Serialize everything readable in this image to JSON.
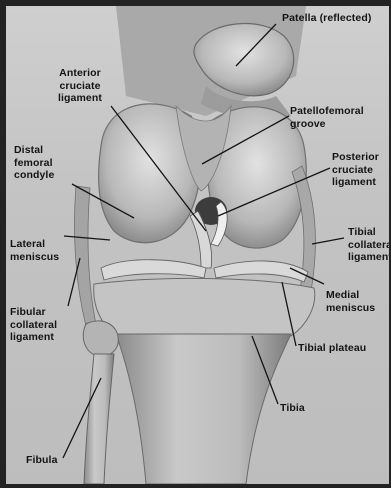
{
  "labels": {
    "patella": "Patella (reflected)",
    "acl": "Anterior\ncruciate\nligament",
    "pf_groove": "Patellofemoral\ngroove",
    "distal_condyle": "Distal\nfemoral\ncondyle",
    "pcl": "Posterior\ncruciate\nligament",
    "lat_meniscus": "Lateral\nmeniscus",
    "tibial_collateral": "Tibial\ncollateral\nligament",
    "medial_meniscus": "Medial\nmeniscus",
    "fibular_collateral": "Fibular\ncollateral\nligament",
    "tibial_plateau": "Tibial plateau",
    "tibia": "Tibia",
    "fibula": "Fibula"
  }
}
